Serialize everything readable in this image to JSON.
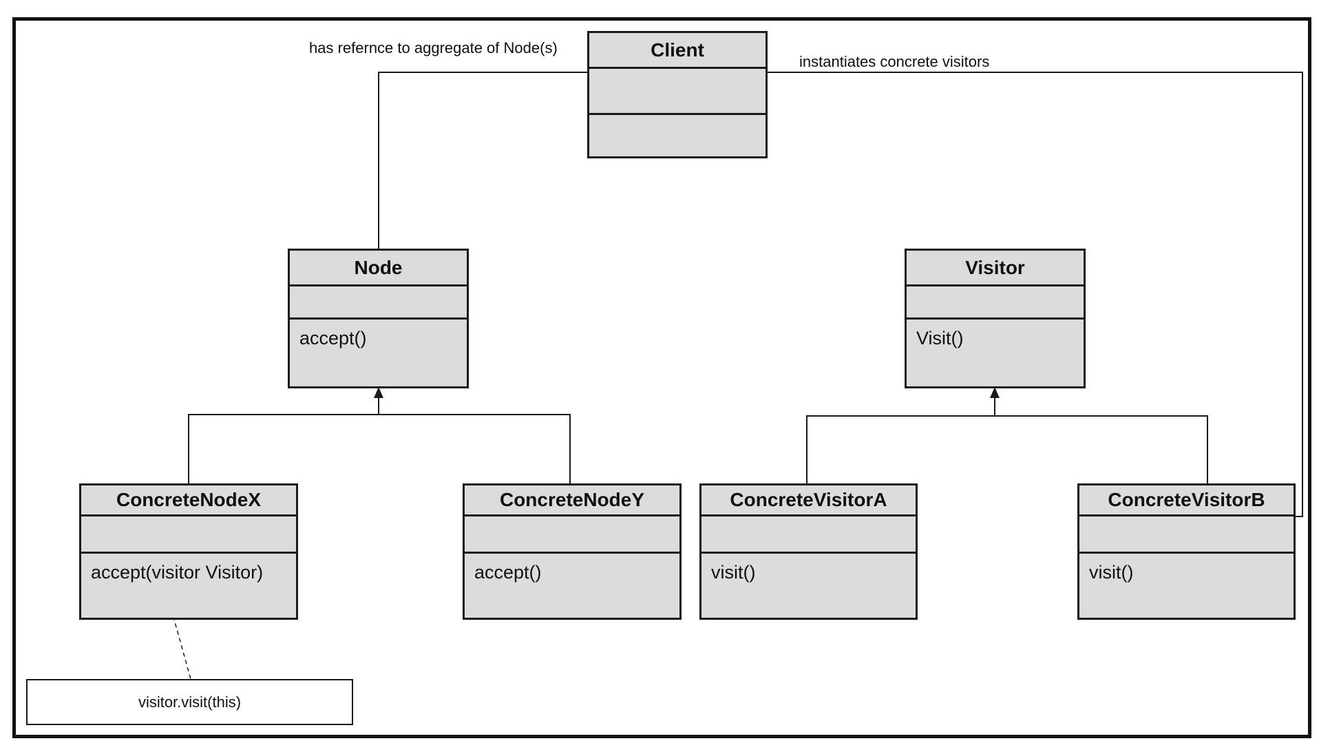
{
  "diagram": {
    "classes": {
      "client": {
        "name": "Client",
        "operations": ""
      },
      "node": {
        "name": "Node",
        "operations": "accept()"
      },
      "visitor": {
        "name": "Visitor",
        "operations": "Visit()"
      },
      "concrete_node_x": {
        "name": "ConcreteNodeX",
        "operations": "accept(visitor Visitor)"
      },
      "concrete_node_y": {
        "name": "ConcreteNodeY",
        "operations": "accept()"
      },
      "concrete_visitor_a": {
        "name": "ConcreteVisitorA",
        "operations": "visit()"
      },
      "concrete_visitor_b": {
        "name": "ConcreteVisitorB",
        "operations": "visit()"
      }
    },
    "labels": {
      "node_association": "has refernce to aggregate of Node(s)",
      "visitor_association": "instantiates concrete visitors"
    },
    "note": {
      "text": "visitor.visit(this)"
    },
    "colors": {
      "box_fill": "#dcdcdc",
      "line": "#1a1a1a",
      "frame": "#111111"
    }
  }
}
